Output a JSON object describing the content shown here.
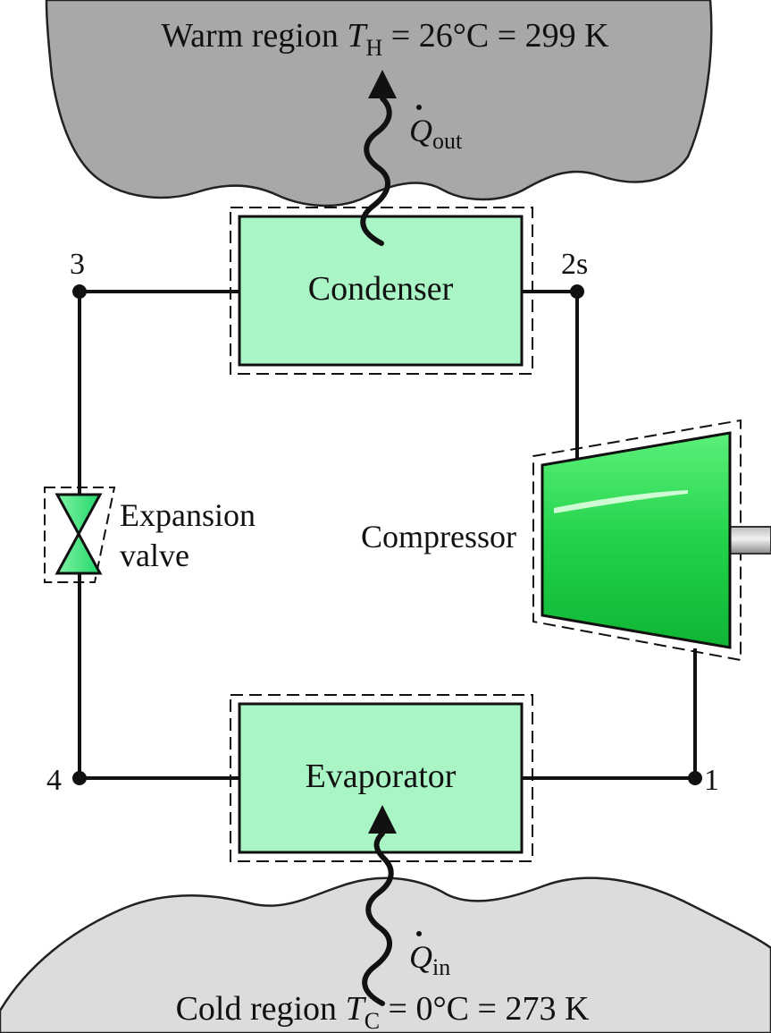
{
  "warm_region": {
    "prefix": "Warm region ",
    "symbol": "T",
    "subscript": "H",
    "rest": " = 26°C = 299 K"
  },
  "cold_region": {
    "prefix": "Cold region ",
    "symbol": "T",
    "subscript": "C",
    "rest": " = 0°C = 273 K"
  },
  "heat_out": {
    "symbol": "Q",
    "subscript": "out"
  },
  "heat_in": {
    "symbol": "Q",
    "subscript": "in"
  },
  "components": {
    "condenser": "Condenser",
    "evaporator": "Evaporator",
    "compressor": "Compressor",
    "valve_line1": "Expansion",
    "valve_line2": "valve"
  },
  "states": {
    "s1": "1",
    "s2s": "2s",
    "s3": "3",
    "s4": "4"
  },
  "colors": {
    "region_fill": "#a9a9a9",
    "cold_fill": "#dcdcdc",
    "box_fill": "#aaf5c6",
    "compressor_fill": "#22d34a",
    "valve_fill": "#3ee07a",
    "line": "#111111"
  }
}
